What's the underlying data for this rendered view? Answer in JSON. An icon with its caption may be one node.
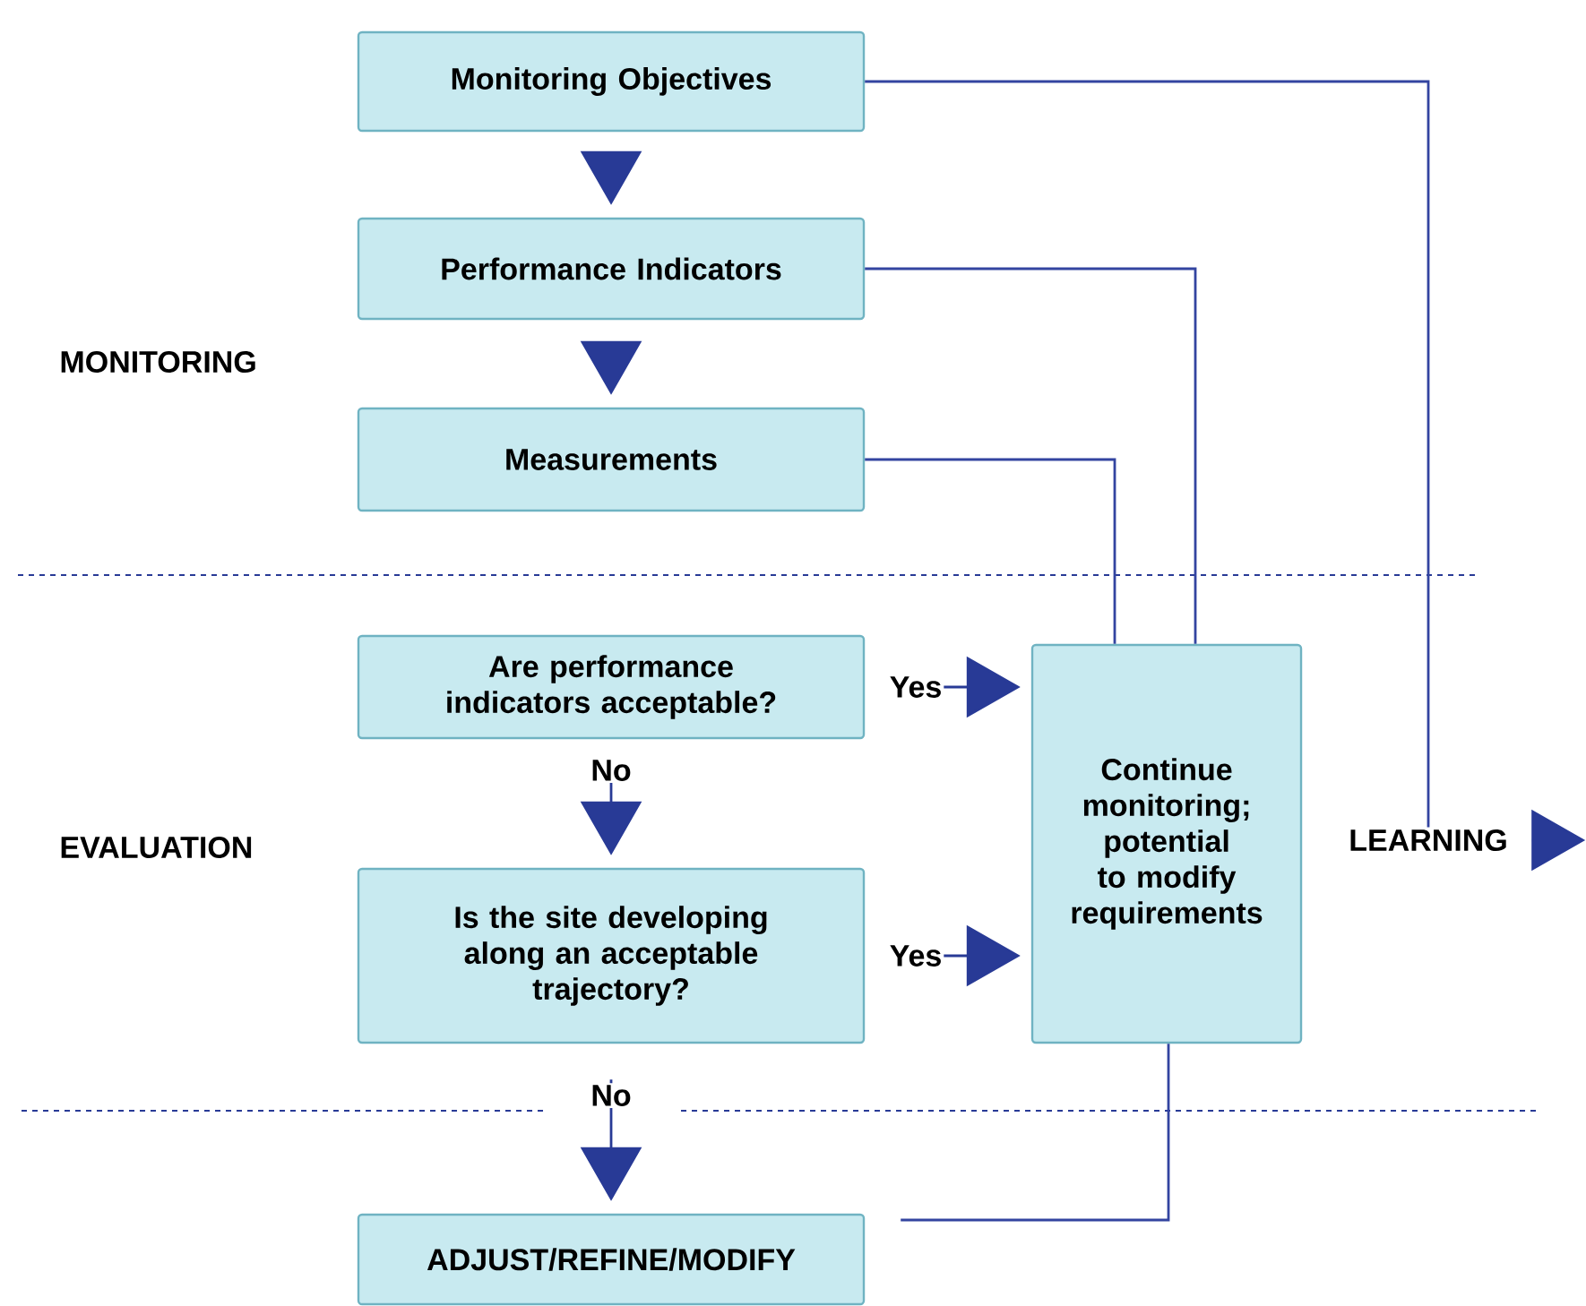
{
  "diagram": {
    "nodes": [
      {
        "text": [
          "Monitoring Objectives"
        ]
      },
      {
        "text": [
          "Performance Indicators"
        ]
      },
      {
        "text": [
          "Measurements"
        ]
      },
      {
        "text": [
          "Are performance indicators acceptable?"
        ]
      },
      {
        "text": [
          "Is the site developing along an acceptable trajectory?"
        ]
      },
      {
        "text": [
          "Continue monitoring; potential to modify requirements"
        ]
      },
      {
        "text": [
          "ADJUST/REFINE/MODIFY"
        ]
      },
      {
        "text": [
          "LEARNING"
        ]
      }
    ],
    "edges": [
      {
        "from": 0,
        "to": 1,
        "arrow": "to"
      },
      {
        "from": 1,
        "to": 2,
        "arrow": "to"
      },
      {
        "from": 3,
        "to": 5,
        "arrow": "to",
        "label": "Yes"
      },
      {
        "from": 3,
        "to": 4,
        "arrow": "to",
        "label": "No"
      },
      {
        "from": 4,
        "to": 5,
        "arrow": "to",
        "label": "Yes"
      },
      {
        "from": 4,
        "to": 6,
        "arrow": "to",
        "label": "No"
      },
      {
        "from": 0,
        "to": 7,
        "arrow": "none"
      },
      {
        "from": 1,
        "to": 5,
        "arrow": "none"
      },
      {
        "from": 2,
        "to": 5,
        "arrow": "none"
      },
      {
        "from": 5,
        "to": 6,
        "arrow": "none"
      },
      {
        "from": 7,
        "to": null,
        "arrow": "to"
      }
    ],
    "labels": [
      "MONITORING",
      "EVALUATION"
    ]
  }
}
